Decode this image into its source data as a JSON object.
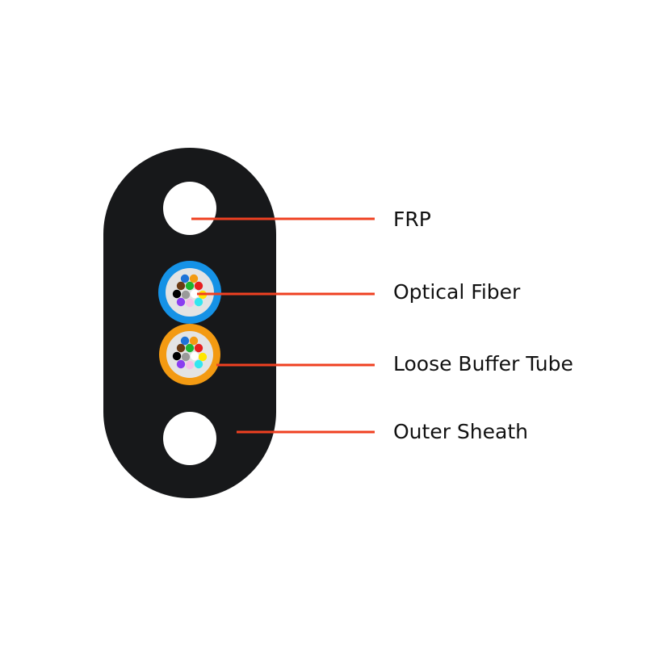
{
  "labels": {
    "frp": "FRP",
    "optical_fiber": "Optical Fiber",
    "loose_buffer_tube": "Loose Buffer Tube",
    "outer_sheath": "Outer Sheath"
  },
  "colors": {
    "sheath": "#17181a",
    "leader_line": "#ef4021",
    "tube_1": "#1592e6",
    "tube_2": "#f39a12",
    "tube_core": "#e3e3e3",
    "fiber_colors": [
      "#1e73d8",
      "#f39a12",
      "#6b3b13",
      "#1cb531",
      "#e61e1e",
      "#000000",
      "#9a9a9a",
      "#ffffff",
      "#ffe600",
      "#8a3cf0",
      "#f6c0e6",
      "#33e6f0"
    ]
  }
}
